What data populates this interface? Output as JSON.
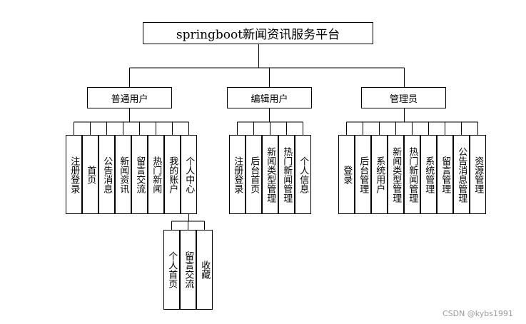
{
  "title": "springboot新闻资讯服务平台",
  "watermark": "CSDN @kybs1991",
  "groups": [
    {
      "label": "普通用户",
      "items": [
        "注册登录",
        "首页",
        "公告消息",
        "新闻资讯",
        "留言交流",
        "热门新闻",
        "我的账户",
        "个人中心"
      ]
    },
    {
      "label": "编辑用户",
      "items": [
        "注册登录",
        "后台首页",
        "新闻类型管理",
        "热门新闻管理",
        "个人信息"
      ]
    },
    {
      "label": "管理员",
      "items": [
        "登录",
        "后台管理",
        "系统用户",
        "新闻类型管理",
        "热门新闻管理",
        "系统管理",
        "留言管理",
        "公告消息管理",
        "资源管理"
      ]
    }
  ],
  "subgroup": {
    "parent": "个人中心",
    "items": [
      "个人首页",
      "留言交流",
      "收藏"
    ]
  }
}
